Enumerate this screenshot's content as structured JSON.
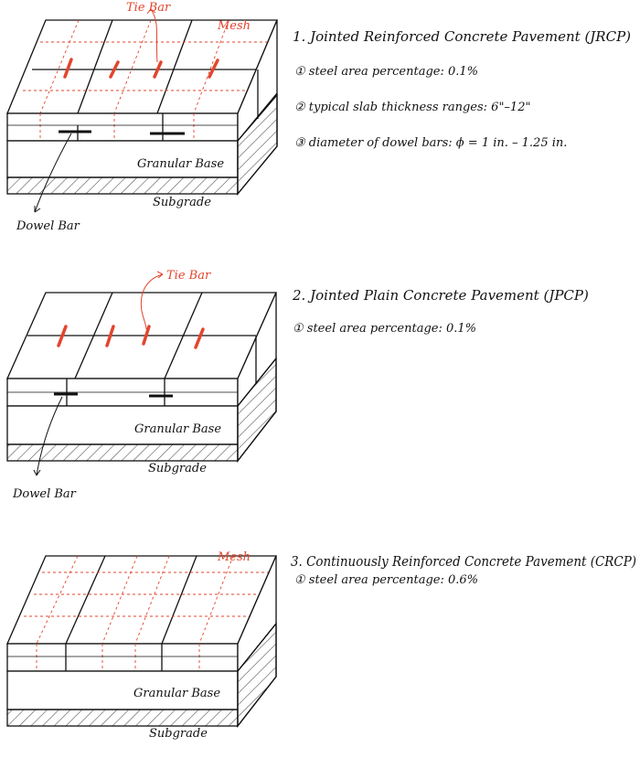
{
  "colors": {
    "ink": "#111111",
    "accent": "#e2452e"
  },
  "sections": [
    {
      "title": "1.  Jointed Reinforced Concrete Pavement (JRCP)",
      "items": [
        "①  steel area percentage: 0.1%",
        "②  typical slab thickness ranges: 6\"–12\"",
        "③  diameter of dowel bars:  ϕ = 1 in. – 1.25 in."
      ],
      "labels": {
        "tie_bar": "Tie Bar",
        "mesh": "Mesh",
        "base": "Granular Base",
        "subgrade": "Subgrade",
        "dowel_bar": "Dowel Bar"
      }
    },
    {
      "title": "2.  Jointed Plain Concrete Pavement (JPCP)",
      "items": [
        "①  steel area percentage: 0.1%"
      ],
      "labels": {
        "tie_bar": "Tie Bar",
        "base": "Granular Base",
        "subgrade": "Subgrade",
        "dowel_bar": "Dowel Bar"
      }
    },
    {
      "title": "3.  Continuously Reinforced Concrete Pavement (CRCP)",
      "items": [
        "①  steel area percentage: 0.6%"
      ],
      "labels": {
        "mesh": "Mesh",
        "base": "Granular Base",
        "subgrade": "Subgrade"
      }
    }
  ]
}
